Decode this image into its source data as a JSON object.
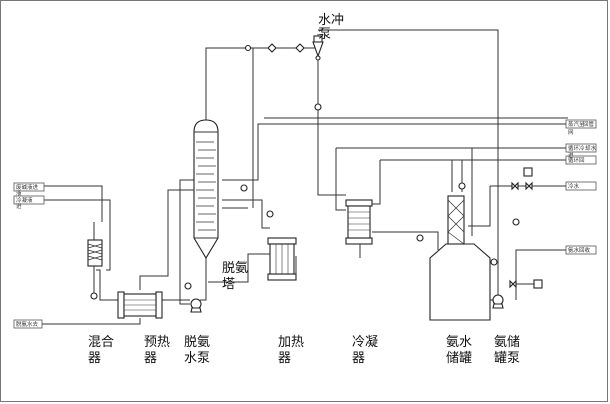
{
  "labels": {
    "water_pump_line1": "水冲",
    "water_pump_line2": "泵",
    "tower_line1": "脱氨",
    "tower_line2": "塔",
    "mixer_line1": "混合",
    "mixer_line2": "器",
    "preheater_line1": "预热",
    "preheater_line2": "器",
    "deammonia_pump_line1": "脱氨",
    "deammonia_pump_line2": "水泵",
    "heater_line1": "加热",
    "heater_line2": "器",
    "condenser_line1": "冷凝",
    "condenser_line2": "器",
    "ammonia_tank_line1": "氨水",
    "ammonia_tank_line2": "储罐",
    "tank_pump_line1": "氨储",
    "tank_pump_line2": "罐泵"
  },
  "tags": {
    "left_top_a": "废碱液进",
    "left_top_b": "液",
    "left_mid_a": "冷凝液",
    "left_mid_b": "进",
    "left_bottom": "脱氨水去",
    "right_1a": "蒸汽至",
    "right_1b": "回管",
    "right_1c": "网",
    "right_2a": "循环冷",
    "right_2b": "却水",
    "right_2c": "进",
    "right_3": "循环回",
    "right_4": "冷水",
    "right_5": "氨水回收"
  },
  "colors": {
    "line": "#333333",
    "equipment": "#222222",
    "background": "#ffffff"
  }
}
